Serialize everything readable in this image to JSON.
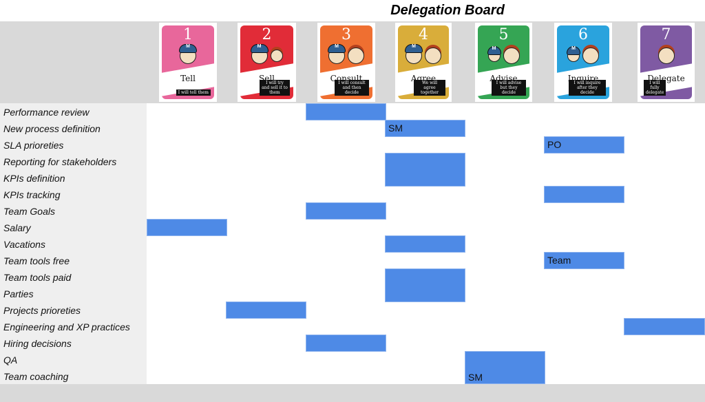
{
  "board": {
    "title": "Delegation Board"
  },
  "cards": [
    {
      "number": "1",
      "name": "Tell",
      "caption": "I will tell them",
      "color": "#e8679b",
      "faces": [
        "manager"
      ]
    },
    {
      "number": "2",
      "name": "Sell",
      "caption": "I will try and sell it to them",
      "color": "#e12c38",
      "faces": [
        "manager",
        "team-small"
      ]
    },
    {
      "number": "3",
      "name": "Consult",
      "caption": "I will consult and then decide",
      "color": "#ef6f31",
      "faces": [
        "manager",
        "team"
      ]
    },
    {
      "number": "4",
      "name": "Agree",
      "caption": "We will agree together",
      "color": "#d9ad3a",
      "faces": [
        "manager",
        "team"
      ]
    },
    {
      "number": "5",
      "name": "Advise",
      "caption": "I will advise but they decide",
      "color": "#35a554",
      "faces": [
        "manager-small",
        "team"
      ]
    },
    {
      "number": "6",
      "name": "Inquire",
      "caption": "I will inquire after they decide",
      "color": "#2aa3dd",
      "faces": [
        "manager-small",
        "team"
      ]
    },
    {
      "number": "7",
      "name": "Delegate",
      "caption": "I will fully delegate",
      "color": "#7f5aa3",
      "faces": [
        "team"
      ]
    }
  ],
  "rows": [
    {
      "label": "Performance review"
    },
    {
      "label": "New process definition"
    },
    {
      "label": "SLA prioreties"
    },
    {
      "label": "Reporting for stakeholders"
    },
    {
      "label": "KPIs definition"
    },
    {
      "label": "KPIs tracking"
    },
    {
      "label": "Team Goals"
    },
    {
      "label": "Salary"
    },
    {
      "label": "Vacations"
    },
    {
      "label": "Team tools free"
    },
    {
      "label": "Team tools paid"
    },
    {
      "label": "Parties"
    },
    {
      "label": "Projects prioreties"
    },
    {
      "label": "Engineering and XP practices"
    },
    {
      "label": "Hiring decisions"
    },
    {
      "label": "QA"
    },
    {
      "label": "Team coaching"
    }
  ],
  "blocks": [
    {
      "rows": "Performance review",
      "level": 3,
      "text": ""
    },
    {
      "rows": "New process definition",
      "level": 4,
      "text": "SM"
    },
    {
      "rows": "SLA prioreties",
      "level": 6,
      "text": "PO"
    },
    {
      "rows": "Reporting for stakeholders + KPIs definition",
      "level": 4,
      "text": ""
    },
    {
      "rows": "KPIs tracking",
      "level": 6,
      "text": ""
    },
    {
      "rows": "Team Goals",
      "level": 3,
      "text": ""
    },
    {
      "rows": "Salary",
      "level": 1,
      "text": ""
    },
    {
      "rows": "Vacations",
      "level": 4,
      "text": ""
    },
    {
      "rows": "Team tools free",
      "level": 6,
      "text": "Team"
    },
    {
      "rows": "Team tools paid + Parties",
      "level": 4,
      "text": ""
    },
    {
      "rows": "Projects prioreties",
      "level": 2,
      "text": ""
    },
    {
      "rows": "Engineering and XP practices",
      "level": 7,
      "text": ""
    },
    {
      "rows": "Hiring decisions",
      "level": 3,
      "text": ""
    },
    {
      "rows": "QA + Team coaching",
      "level": 5,
      "text": "SM"
    }
  ],
  "colors": {
    "block_fill": "#4e8ae6",
    "header_band": "#d9d9d9",
    "label_column": "#efefef"
  }
}
